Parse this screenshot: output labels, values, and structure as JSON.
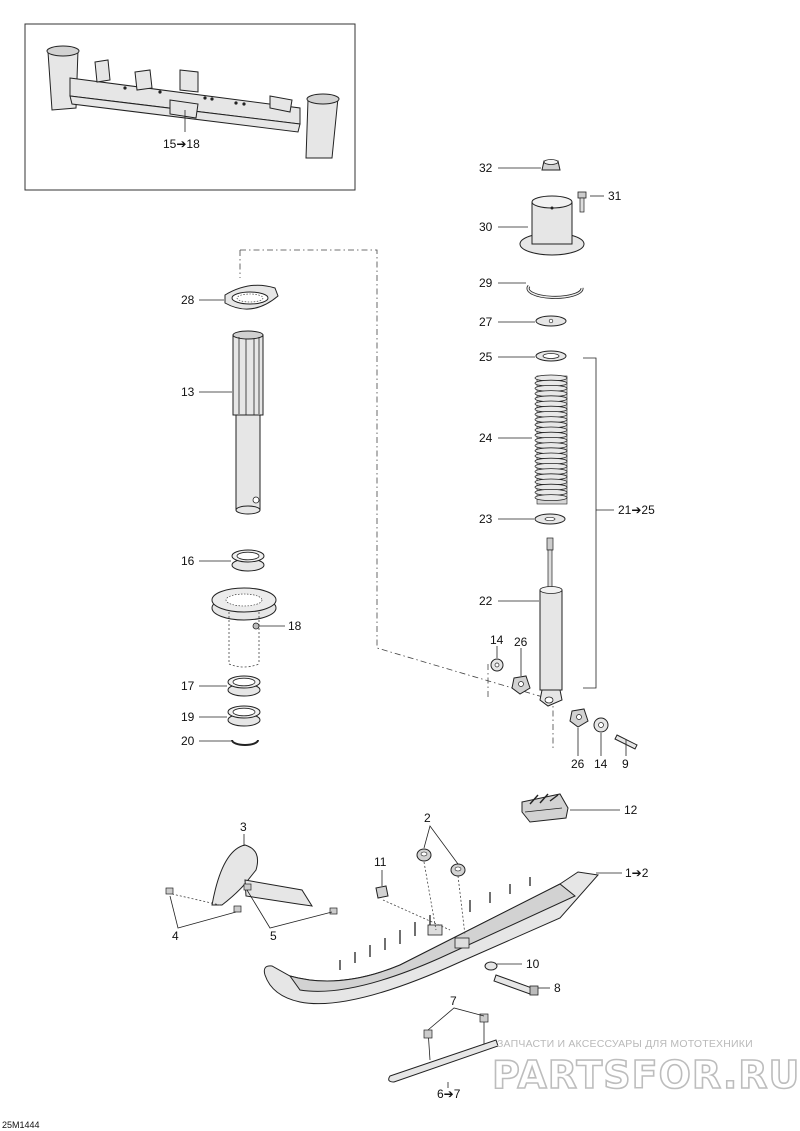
{
  "diagram": {
    "reference_code": "25M1444",
    "labels": {
      "l32": "32",
      "l31": "31",
      "l30": "30",
      "l29": "29",
      "l27": "27",
      "l25": "25",
      "l24": "24",
      "l23": "23",
      "l21_25": "21➔25",
      "l22": "22",
      "l14a": "14",
      "l26a": "26",
      "l26b": "26",
      "l14b": "14",
      "l9": "9",
      "l28": "28",
      "l13": "13",
      "l16": "16",
      "l18": "18",
      "l17": "17",
      "l19": "19",
      "l20": "20",
      "l15_18": "15➔18",
      "l12": "12",
      "l3": "3",
      "l2": "2",
      "l11": "11",
      "l1_2": "1➔2",
      "l4": "4",
      "l5": "5",
      "l10": "10",
      "l8": "8",
      "l7": "7",
      "l6_7": "6➔7"
    }
  },
  "watermark": {
    "subtitle": "ЗАПЧАСТИ И АКСЕССУАРЫ ДЛЯ МОТОТЕХНИКИ",
    "logo": "PARTSFOR.RU"
  }
}
